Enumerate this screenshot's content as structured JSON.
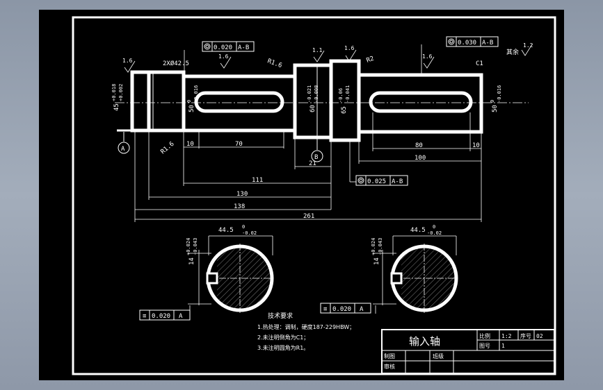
{
  "colors": {
    "background": "#000000",
    "lines": "#ffffff",
    "chrome": "#97a1b0"
  },
  "roughness": {
    "r1": "1.6",
    "r2": "1.6",
    "r3": "1.1",
    "r4": "1.6",
    "r5": "1.6",
    "rest": "1.2",
    "rest_label": "其余"
  },
  "shaft": {
    "chamfer_label": "2XØ42.5",
    "diam1": "45",
    "diam1_tol_up": "+0.018",
    "diam1_tol_lo": "+0.002",
    "diam2": "50",
    "diam2_tol_up": "0",
    "diam2_tol_lo": "-0.016",
    "diam3": "60",
    "diam3_tol_up": "-0.021",
    "diam3_tol_lo": "-0.008",
    "diam4": "65",
    "diam4_tol_up": "-0.06",
    "diam4_tol_lo": "-0.041",
    "diam5": "50",
    "diam5_tol_up": "0",
    "diam5_tol_lo": "-0.016",
    "r1": "R1.6",
    "r2": "R2",
    "r3": "R1.6",
    "c1": "C1",
    "datum_a": "A",
    "datum_b": "B",
    "gtol1": "0.020",
    "gtol1_ref": "A-B",
    "gtol2": "0.030",
    "gtol2_ref": "A-B",
    "gtol3": "0.025",
    "gtol3_ref": "A-B"
  },
  "dims": {
    "d10a": "10",
    "d70": "70",
    "d21": "21",
    "d111": "111",
    "d130": "130",
    "d138": "138",
    "d261": "261",
    "d80": "80",
    "d10b": "10",
    "d100": "100"
  },
  "sections": {
    "width": "44.5",
    "width_tol_up": "0",
    "width_tol_lo": "-0.02",
    "key": "14",
    "key_tol_up": "+0.024",
    "key_tol_lo": "-0.043",
    "gtol": "0.020",
    "gtol_ref": "A"
  },
  "notes": {
    "title": "技术要求",
    "items": [
      "1.热处理：调制，硬度187-229HBW；",
      "2.未注明倒角为C1；",
      "3.未注明圆角为R1。"
    ]
  },
  "title_block": {
    "part_name": "输入轴",
    "scale_label": "比例",
    "scale_value": "1:2",
    "seq_label": "序号",
    "seq_value": "02",
    "fig_label": "图号",
    "fig_value": "1",
    "drawn_label": "制图",
    "check_label": "审核",
    "class_label": "班级"
  }
}
